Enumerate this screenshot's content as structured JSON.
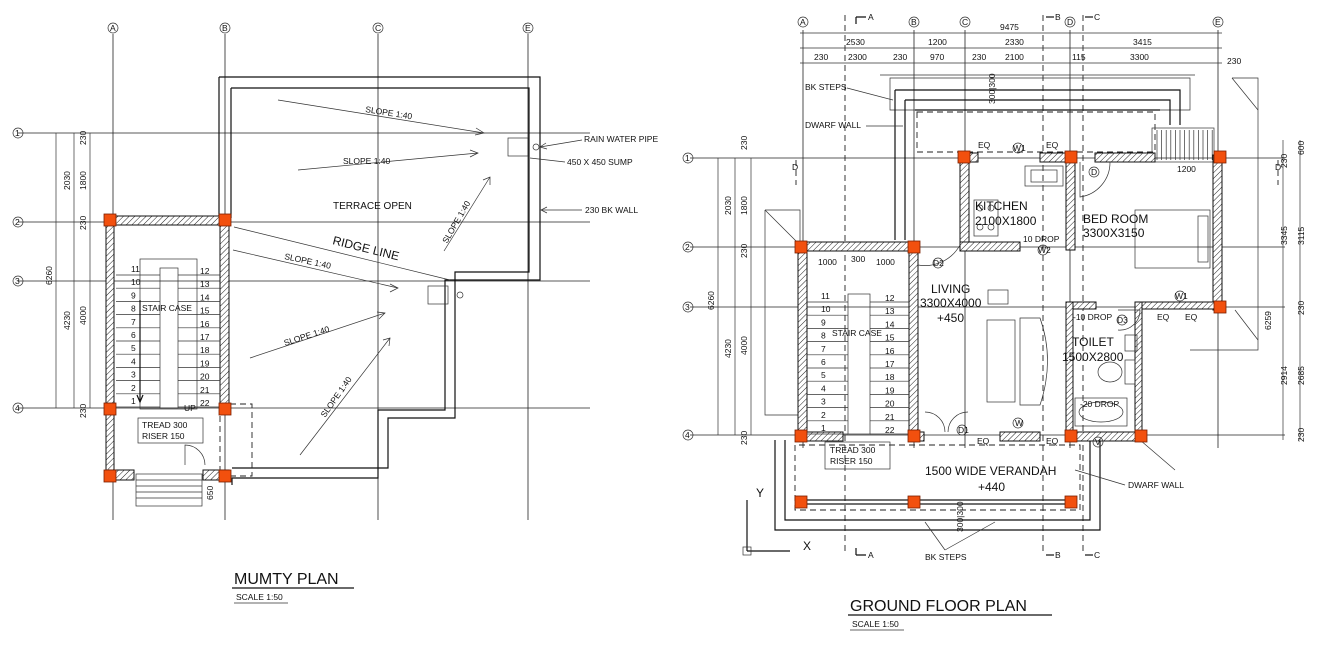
{
  "mumty": {
    "title": "MUMTY PLAN",
    "scale": "SCALE 1:50",
    "grid_labels": [
      "A",
      "B",
      "C",
      "E",
      "1",
      "2",
      "3",
      "4"
    ],
    "dims_left_outer": [
      "6260"
    ],
    "dims_left_mid": [
      "2030",
      "4230"
    ],
    "dims_left_inner": [
      "230",
      "1800",
      "230",
      "4000",
      "230"
    ],
    "labels": {
      "slope": "SLOPE 1:40",
      "rain_pipe": "RAIN WATER PIPE",
      "sump": "450 X 450 SUMP",
      "wall": "230 BK WALL",
      "terrace": "TERRACE OPEN",
      "ridge": "RIDGE LINE",
      "stair": "STAIR CASE",
      "tread": "TREAD  300",
      "riser": "RISER      150",
      "up": "UP",
      "door_dim": "650"
    },
    "steps_left": [
      "11",
      "10",
      "9",
      "8",
      "7",
      "6",
      "5",
      "4",
      "3",
      "2",
      "1"
    ],
    "steps_right": [
      "12",
      "13",
      "14",
      "15",
      "16",
      "17",
      "18",
      "19",
      "20",
      "21",
      "22"
    ]
  },
  "ground": {
    "title": "GROUND FLOOR PLAN",
    "scale": "SCALE 1:50",
    "grid_labels": [
      "A",
      "B",
      "C",
      "D",
      "E",
      "1",
      "2",
      "3",
      "4"
    ],
    "section_marks": [
      "A",
      "B",
      "C",
      "D"
    ],
    "dims_top_total": "9475",
    "dims_top_row2": [
      "2530",
      "1200",
      "2330",
      "3415"
    ],
    "dims_top_row3": [
      "230",
      "2300",
      "230",
      "970",
      "230",
      "2100",
      "115",
      "3300",
      "230"
    ],
    "dims_left_outer": [
      "6260"
    ],
    "dims_left_mid": [
      "2030",
      "4230"
    ],
    "dims_left_inner": [
      "230",
      "1800",
      "230",
      "4000",
      "230"
    ],
    "dims_right_outer": [
      "3345",
      "6259",
      "2914"
    ],
    "dims_right_inner": [
      "230",
      "600",
      "3115",
      "230",
      "2685",
      "230"
    ],
    "rooms": {
      "kitchen": "KITCHEN",
      "kitchen_size": "2100X1800",
      "bedroom": "BED ROOM",
      "bedroom_size": "3300X3150",
      "living": "LIVING",
      "living_size": "3300X4000",
      "living_level": "+450",
      "toilet": "TOILET",
      "toilet_size": "1500X2800",
      "verandah": "1500 WIDE VERANDAH",
      "verandah_level": "+440",
      "stair": "STAIR CASE"
    },
    "labels": {
      "bk_steps_top": "BK STEPS",
      "dwarf_wall_top": "DWARF WALL",
      "dwarf_wall_right": "DWARF WALL",
      "bk_steps_bottom": "BK STEPS",
      "eq": "EQ",
      "drop10": "10 DROP",
      "drop10b": "-10 DROP",
      "drop20": "-20 DROP",
      "tread": "TREAD  300",
      "riser": "RISER      150",
      "d1000a": "1000",
      "d300": "300",
      "d1000b": "1000",
      "d1200": "1200",
      "step300a": "300|300",
      "step300b": "300|300",
      "door_d": "D",
      "door_d1": "D1",
      "door_d2": "D2",
      "door_d3": "D3",
      "window_w": "W",
      "window_w1": "W1",
      "window_w2": "W2",
      "vent_v": "V",
      "axis_y": "Y",
      "axis_x": "X"
    },
    "steps_left": [
      "11",
      "10",
      "9",
      "8",
      "7",
      "6",
      "5",
      "4",
      "3",
      "2",
      "1"
    ],
    "steps_right": [
      "12",
      "13",
      "14",
      "15",
      "16",
      "17",
      "18",
      "19",
      "20",
      "21",
      "22"
    ]
  }
}
